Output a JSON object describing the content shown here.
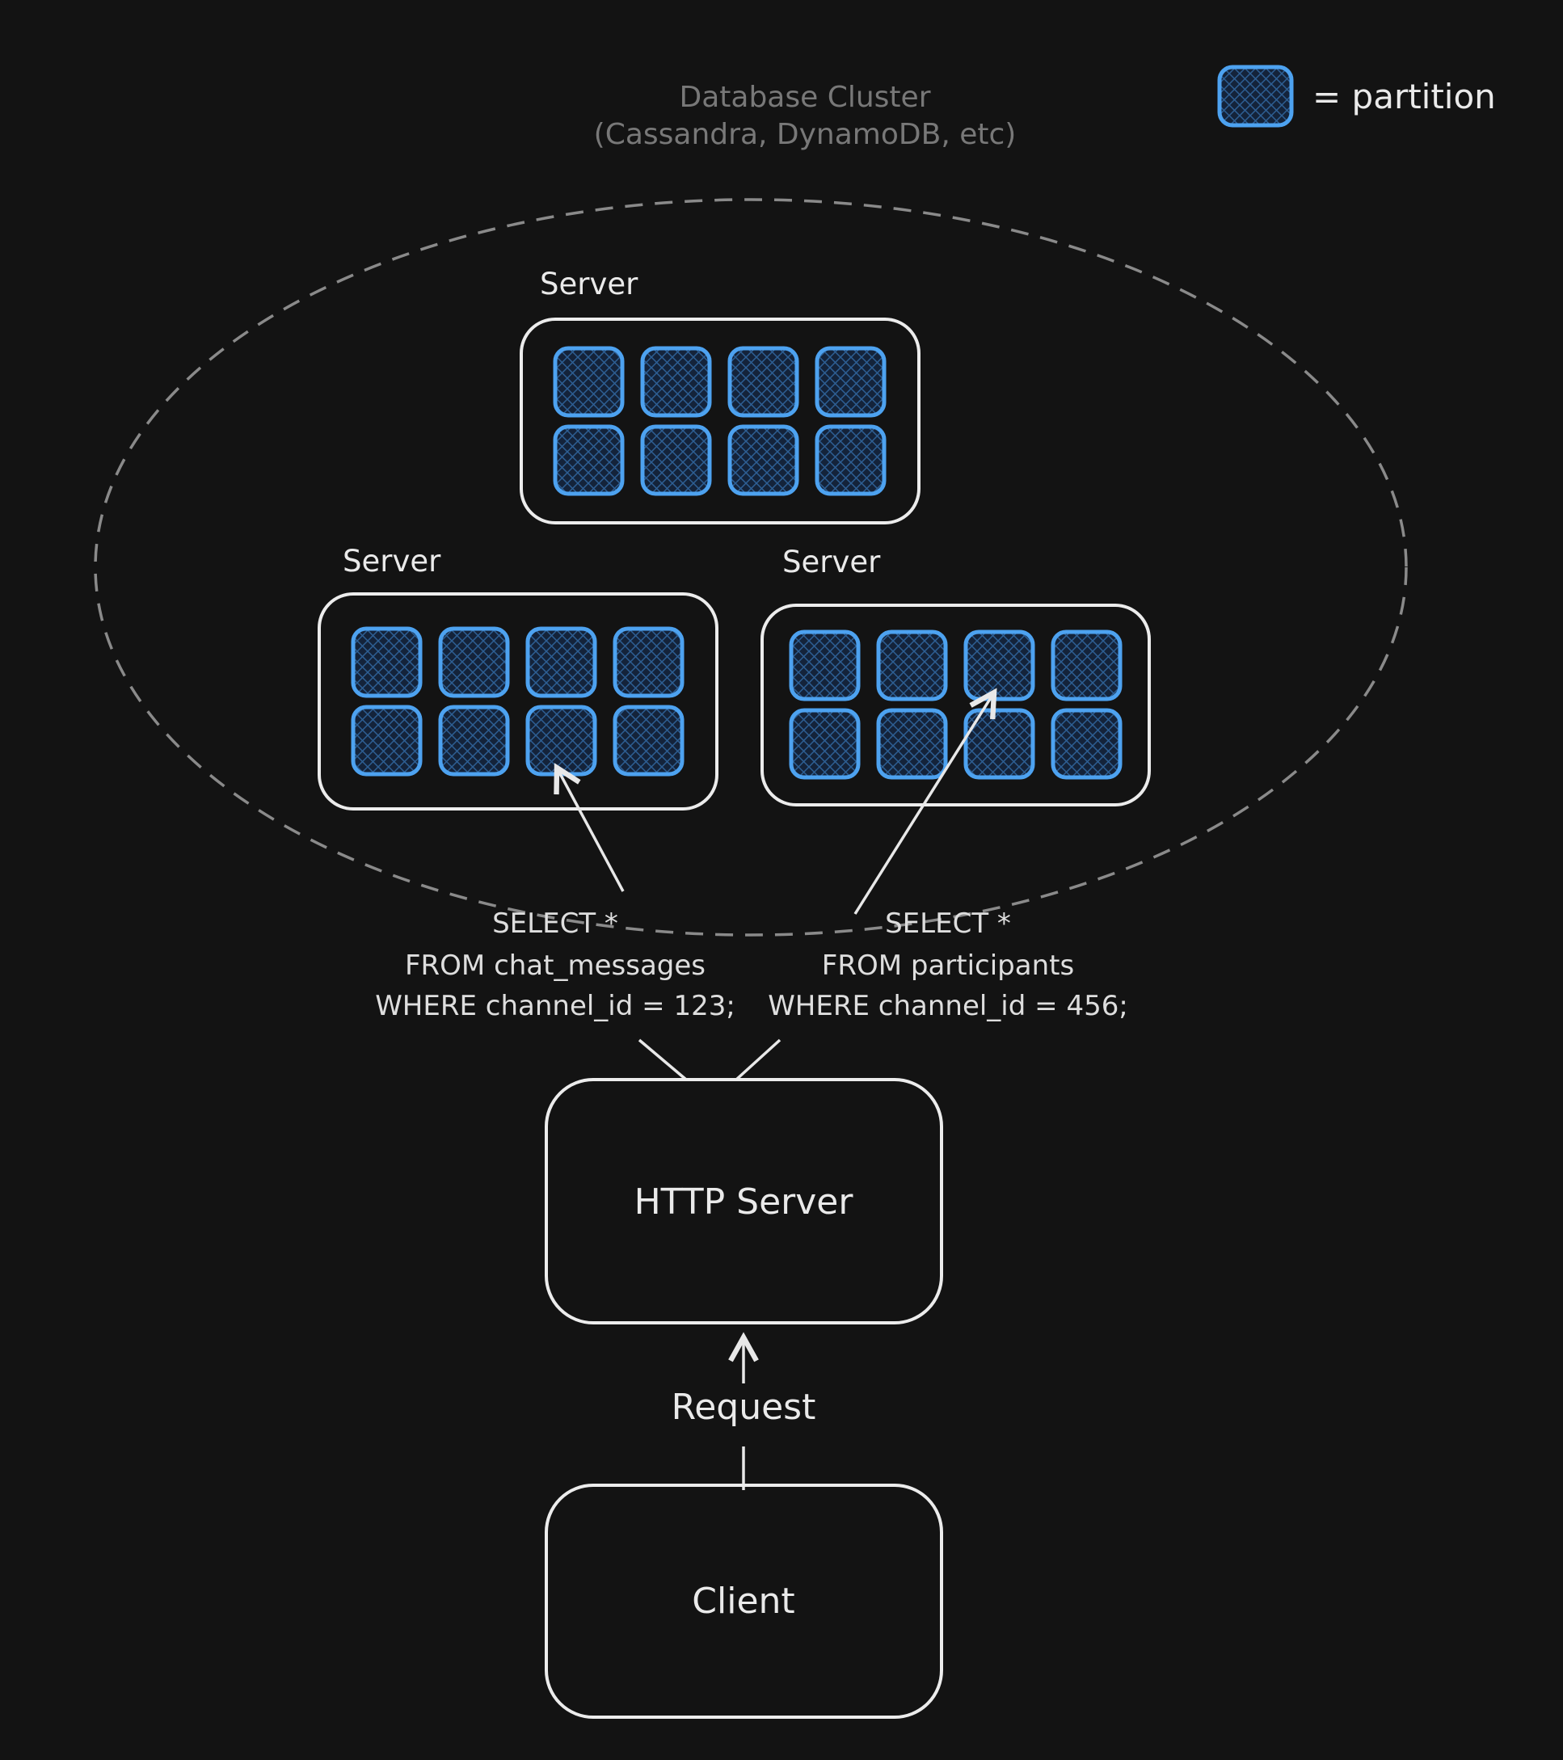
{
  "title": {
    "line1": "Database Cluster",
    "line2": "(Cassandra, DynamoDB, etc)"
  },
  "legend": {
    "label": "= partition"
  },
  "cluster": {
    "servers": [
      {
        "label": "Server",
        "partitions": 8
      },
      {
        "label": "Server",
        "partitions": 8
      },
      {
        "label": "Server",
        "partitions": 8
      }
    ]
  },
  "queries": {
    "left": {
      "lines": [
        "SELECT *",
        "FROM chat_messages",
        "WHERE channel_id = 123;"
      ]
    },
    "right": {
      "lines": [
        "SELECT *",
        "FROM participants",
        "WHERE channel_id = 456;"
      ]
    }
  },
  "nodes": {
    "http_server": {
      "label": "HTTP Server"
    },
    "client": {
      "label": "Client"
    }
  },
  "edges": {
    "request": {
      "label": "Request"
    }
  },
  "colors": {
    "background": "#131313",
    "stroke": "#ececec",
    "muted_text": "#787878",
    "cluster_boundary": "#8a8a8a",
    "partition_border": "#4da2f0",
    "partition_fill": "#14233a",
    "partition_hatch": "#2e5f94"
  }
}
